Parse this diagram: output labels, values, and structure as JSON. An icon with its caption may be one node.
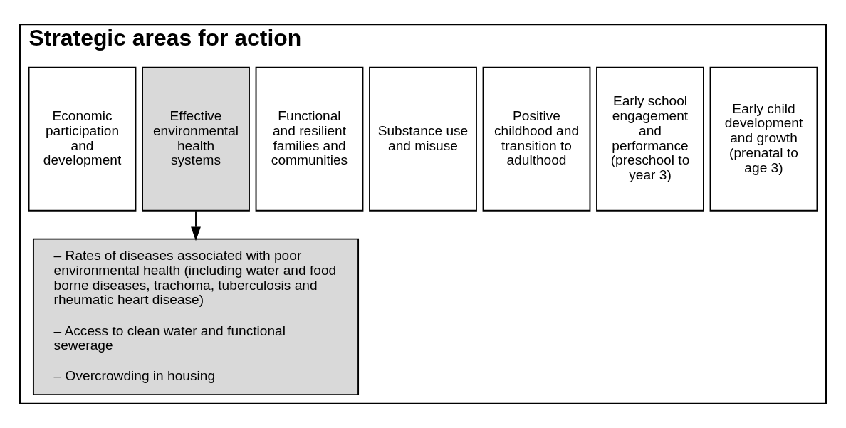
{
  "diagram": {
    "nodes": [
      {
        "text": [
          "Strategic areas for action"
        ]
      },
      {
        "text": [
          "Early child development and growth (prenatal to age 3)"
        ],
        "in": 0
      },
      {
        "text": [
          "Early school engagement and performance (preschool to year 3)"
        ],
        "in": 0
      },
      {
        "text": [
          "Positive childhood and transition to adulthood"
        ],
        "in": 0
      },
      {
        "text": [
          "Substance use and misuse"
        ],
        "in": 0
      },
      {
        "text": [
          "Functional and resilient families and communities"
        ],
        "in": 0
      },
      {
        "text": [
          "Effective environmental health systems"
        ],
        "in": 0
      },
      {
        "text": [
          "Economic participation and development"
        ],
        "in": 0
      },
      {
        "text": [
          "– Rates of diseases associated with poor environmental health (including water and food borne diseases, trachoma, tuberculosis and rheumatic heart disease)",
          "– Access to clean water and functional sewerage",
          "– Overcrowding in housing"
        ],
        "in": 0
      }
    ],
    "edges": [
      {
        "from": 6,
        "to": 8,
        "arrow": "to"
      }
    ]
  }
}
